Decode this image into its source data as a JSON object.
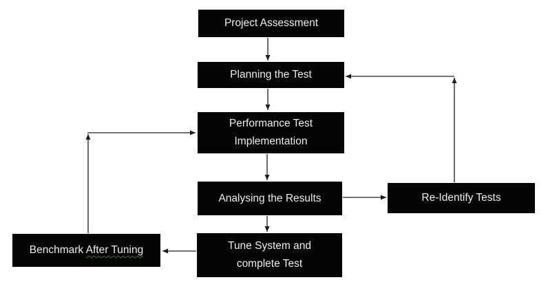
{
  "diagram": {
    "type": "flowchart",
    "nodes": {
      "project": {
        "label": "Project Assessment"
      },
      "planning": {
        "label": "Planning the Test"
      },
      "implementation": {
        "label": "Performance Test\nImplementation"
      },
      "analysing": {
        "label": "Analysing the Results"
      },
      "tune": {
        "label": "Tune System and\ncomplete Test"
      },
      "reidentify": {
        "label": "Re-Identify Tests"
      },
      "benchmark": {
        "prefix": "Benchmark ",
        "flagged": "After Tuning"
      }
    },
    "edges": [
      {
        "from": "project",
        "to": "planning",
        "style": "straight-down"
      },
      {
        "from": "planning",
        "to": "implementation",
        "style": "straight-down"
      },
      {
        "from": "implementation",
        "to": "analysing",
        "style": "straight-down"
      },
      {
        "from": "analysing",
        "to": "tune",
        "style": "straight-down"
      },
      {
        "from": "analysing",
        "to": "reidentify",
        "style": "straight-right"
      },
      {
        "from": "reidentify",
        "to": "planning",
        "style": "elbow-up-left"
      },
      {
        "from": "tune",
        "to": "benchmark",
        "style": "straight-left"
      },
      {
        "from": "benchmark",
        "to": "implementation",
        "style": "elbow-up-right"
      }
    ],
    "colors": {
      "background": "#ffffff",
      "node_bg": "#050505",
      "node_text": "#ededed",
      "connector": "#1c1c1c",
      "spellcheck_squiggle": "#3a6e3a"
    }
  }
}
